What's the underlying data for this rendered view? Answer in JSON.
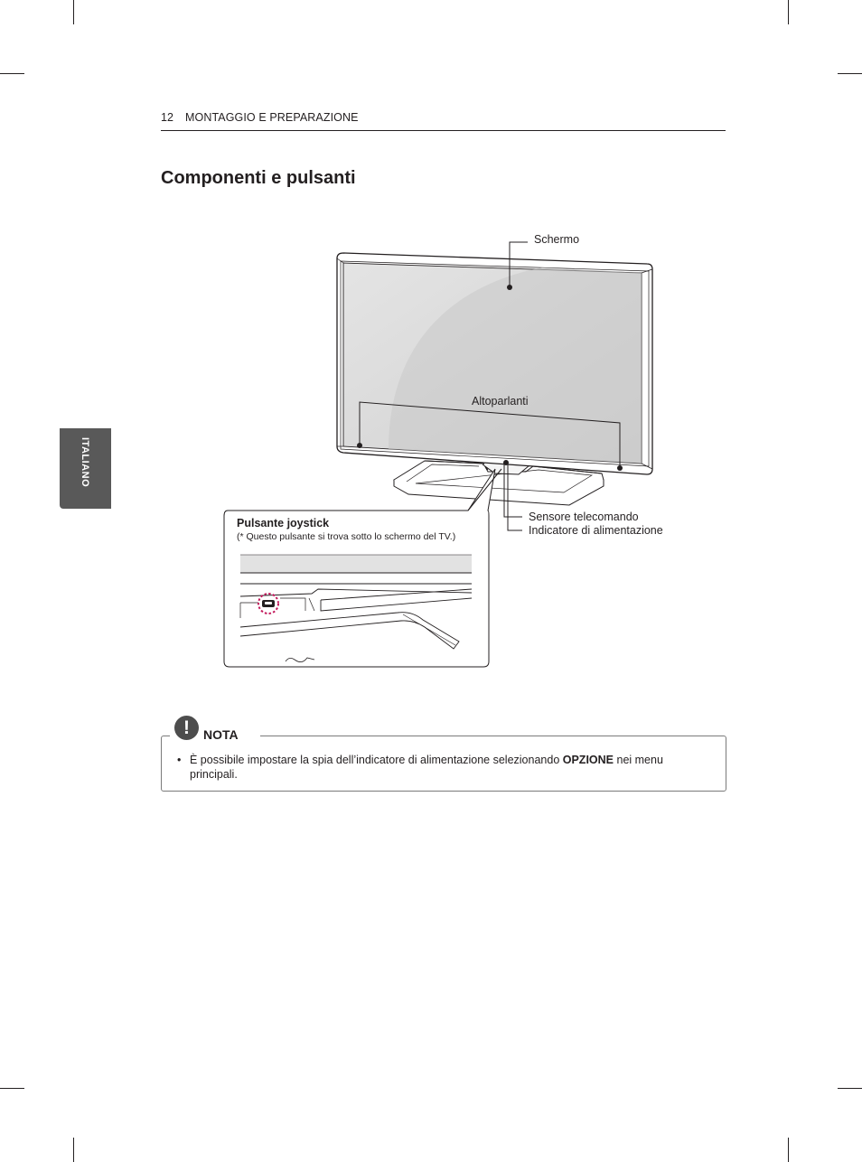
{
  "header": {
    "page_number": "12",
    "section": "MONTAGGIO E PREPARAZIONE"
  },
  "side_tab": {
    "language": "ITALIANO"
  },
  "title": "Componenti e pulsanti",
  "diagram": {
    "labels": {
      "screen": "Schermo",
      "speakers": "Altoparlanti",
      "remote_sensor": "Sensore telecomando",
      "power_indicator": "Indicatore di alimentazione"
    },
    "inset": {
      "title": "Pulsante joystick",
      "subtitle": "(* Questo pulsante si trova sotto lo schermo del TV.)"
    }
  },
  "note": {
    "label": "NOTA",
    "icon": "exclamation-icon",
    "text_before": "È possibile impostare la spia dell’indicatore di alimentazione selezionando ",
    "text_bold": "OPZIONE",
    "text_after": " nei menu principali."
  }
}
